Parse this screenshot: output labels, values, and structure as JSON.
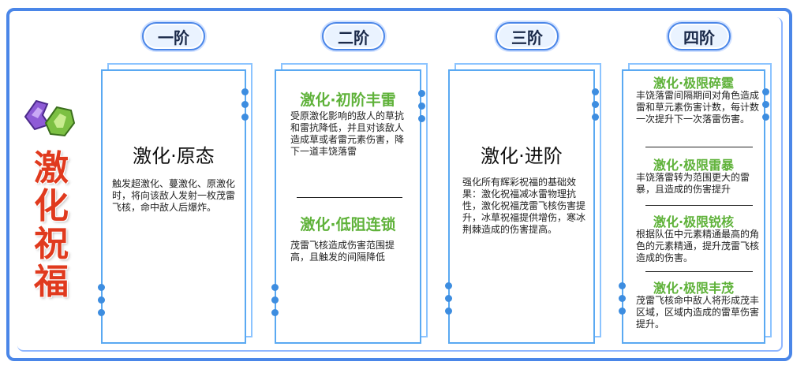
{
  "side_title": "激化祝福",
  "tiers": [
    {
      "label": "一阶"
    },
    {
      "label": "二阶"
    },
    {
      "label": "三阶"
    },
    {
      "label": "四阶"
    }
  ],
  "tier1": {
    "title": "激化·原态",
    "desc": "触发超激化、蔓激化、原激化时，将向该敌人发射一枚茂雷飞核，命中敌人后爆炸。"
  },
  "tier2": {
    "sections": [
      {
        "title": "激化·初阶丰雷",
        "desc": "受原激化影响的敌人的草抗和雷抗降低，并且对该敌人造成草或者雷元素伤害，降下一道丰饶落雷"
      },
      {
        "title": "激化·低阻连锁",
        "desc": "茂雷飞核造成伤害范围提高，且触发的间隔降低"
      }
    ]
  },
  "tier3": {
    "title": "激化·进阶",
    "desc": "强化所有辉彩祝福的基础效果：激化祝福减冰雷物理抗性，激化祝福茂雷飞核伤害提升，冰草祝福提供增伤，寒冰荆棘造成的伤害提高。"
  },
  "tier4": {
    "sections": [
      {
        "title": "激化·极限碎霆",
        "desc": "丰饶落雷间隔期间对角色造成雷和草元素伤害计数，每计数一次提升下一次落雷伤害。"
      },
      {
        "title": "激化·极限雷暴",
        "desc": "丰饶落雷转为范围更大的雷暴，且造成的伤害提升"
      },
      {
        "title": "激化·极限锐核",
        "desc": "根据队伍中元素精通最高的角色的元素精通，提升茂雷飞核造成的伤害。"
      },
      {
        "title": "激化·极限丰茂",
        "desc": "茂雷飞核命中敌人将形成茂丰区域，区域内造成的雷草伤害提升。"
      }
    ]
  },
  "colors": {
    "accent": "#4a86e8",
    "green": "#5fb23a",
    "red": "#e03a1e"
  }
}
